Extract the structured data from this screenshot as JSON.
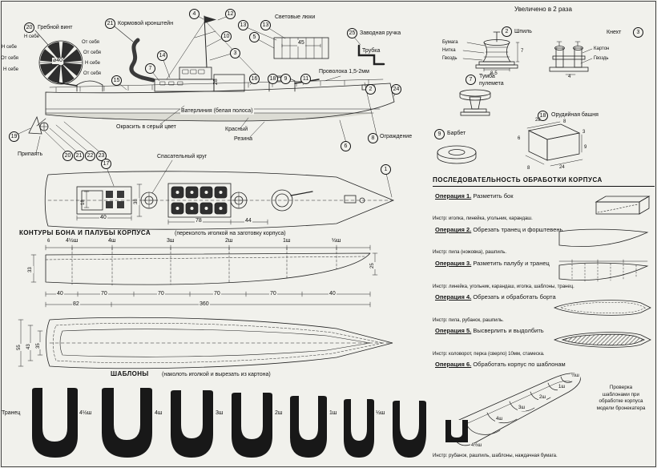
{
  "palette": {
    "ink": "#1a1a1a",
    "paper": "#f1f1ec"
  },
  "callouts": [
    "20",
    "21",
    "4",
    "12",
    "13",
    "13",
    "10",
    "5",
    "25",
    "3",
    "14",
    "7",
    "15",
    "16",
    "18",
    "9",
    "11",
    "2",
    "24",
    "19",
    "8",
    "6",
    "20",
    "21",
    "22",
    "23",
    "17",
    "1",
    "2",
    "3",
    "7",
    "18",
    "9"
  ],
  "propeller": {
    "label": "Гребной винт",
    "bracket_label": "Кормовой кронштейн",
    "diameter": "⌀40",
    "spin": [
      "Н себе",
      "От себя",
      "От себя",
      "Н себе",
      "От себя",
      "Н себе",
      "От себя",
      "Н себе"
    ]
  },
  "side_view": {
    "skylights": "Световые люки",
    "crank": "Заводная ручка",
    "tube": "Трубка",
    "wire": "Проволока 1,5-2мм",
    "dim45": "45",
    "dim28": "28",
    "waterline": "Ватерлиния (белая полоса)",
    "paint": "Окрасить в серый цвет",
    "red": "Красный",
    "rubber": "Резина",
    "rail": "Ограждение",
    "solder": "Припаять",
    "lifebuoy": "Спасательный круг"
  },
  "deck": {
    "d18": "18",
    "d40": "40",
    "d38": "38",
    "d78": "78",
    "d44": "44"
  },
  "contours": {
    "title": "КОНТУРЫ БОНА И ПАЛУБЫ КОРПУСА",
    "subtitle": "(переколоть иголкой на заготовку корпуса)",
    "stations": [
      "6",
      "4½ш",
      "4ш",
      "3ш",
      "2ш",
      "1ш",
      "½ш"
    ],
    "d33": "33",
    "d25": "25",
    "row": [
      "40",
      "70",
      "70",
      "70",
      "70",
      "40"
    ],
    "d82": "82",
    "d360": "360",
    "d55": "55",
    "d43": "43",
    "d35": "35"
  },
  "templates": {
    "title": "ШАБЛОНЫ",
    "subtitle": "(наколоть иголкой и вырезать из картона)",
    "labels": [
      "Транец",
      "4½ш",
      "4ш",
      "3ш",
      "2ш",
      "1ш",
      "½ш"
    ]
  },
  "details": {
    "scale": "Увеличено в 2 раза",
    "shpil": "Шпиль",
    "shpil_mats": [
      "Бумага",
      "Нитка",
      "Гвоздь"
    ],
    "shpil_d1": "8-5",
    "shpil_d2": "7",
    "kneht": "Кнехт",
    "kneht_mats": [
      "Картон",
      "Гвоздь"
    ],
    "kneht_d": "4",
    "tumba1": "Тумба",
    "tumba2": "пулемета",
    "bashnya": "Орудийная башня",
    "bashnya_dims": [
      "28",
      "8",
      "3",
      "6",
      "9",
      "24",
      "8"
    ],
    "barbet": "Барбет"
  },
  "operations": {
    "title": "ПОСЛЕДОВАТЕЛЬНОСТЬ  ОБРАБОТКИ  КОРПУСА",
    "items": [
      {
        "name": "Операция 1.",
        "action": "Разметить бок",
        "tools": "Инстр: иголка, линейка, угольник, карандаш."
      },
      {
        "name": "Операция 2.",
        "action": "Обрезать транец и форштевень",
        "tools": "Инстр: пила (ножовка), рашпиль."
      },
      {
        "name": "Операция 3.",
        "action": "Разметить палубу и транец",
        "tools": "Инстр: линейка, угольник, карандаш, иголка, шаблоны, транец."
      },
      {
        "name": "Операция 4.",
        "action": "Обрезать и обработать борта",
        "tools": "Инстр: пила, рубанок, рашпиль."
      },
      {
        "name": "Операция 5.",
        "action": "Высверлить и выдолбить",
        "tools": "Инстр: коловорот, перка (сверло) 10мм, стамеска."
      },
      {
        "name": "Операция 6.",
        "action": "Обработать корпус по шаблонам",
        "tools": "Инстр: рубанок, рашпиль, шаблоны, наждачная бумага."
      }
    ],
    "op6_sections": [
      "½ш",
      "1ш",
      "2ш",
      "3ш",
      "4ш",
      "4½ш"
    ],
    "op6_note": [
      "Проверка",
      "шаблонами при",
      "обработке корпуса",
      "модели бронекатера"
    ]
  }
}
